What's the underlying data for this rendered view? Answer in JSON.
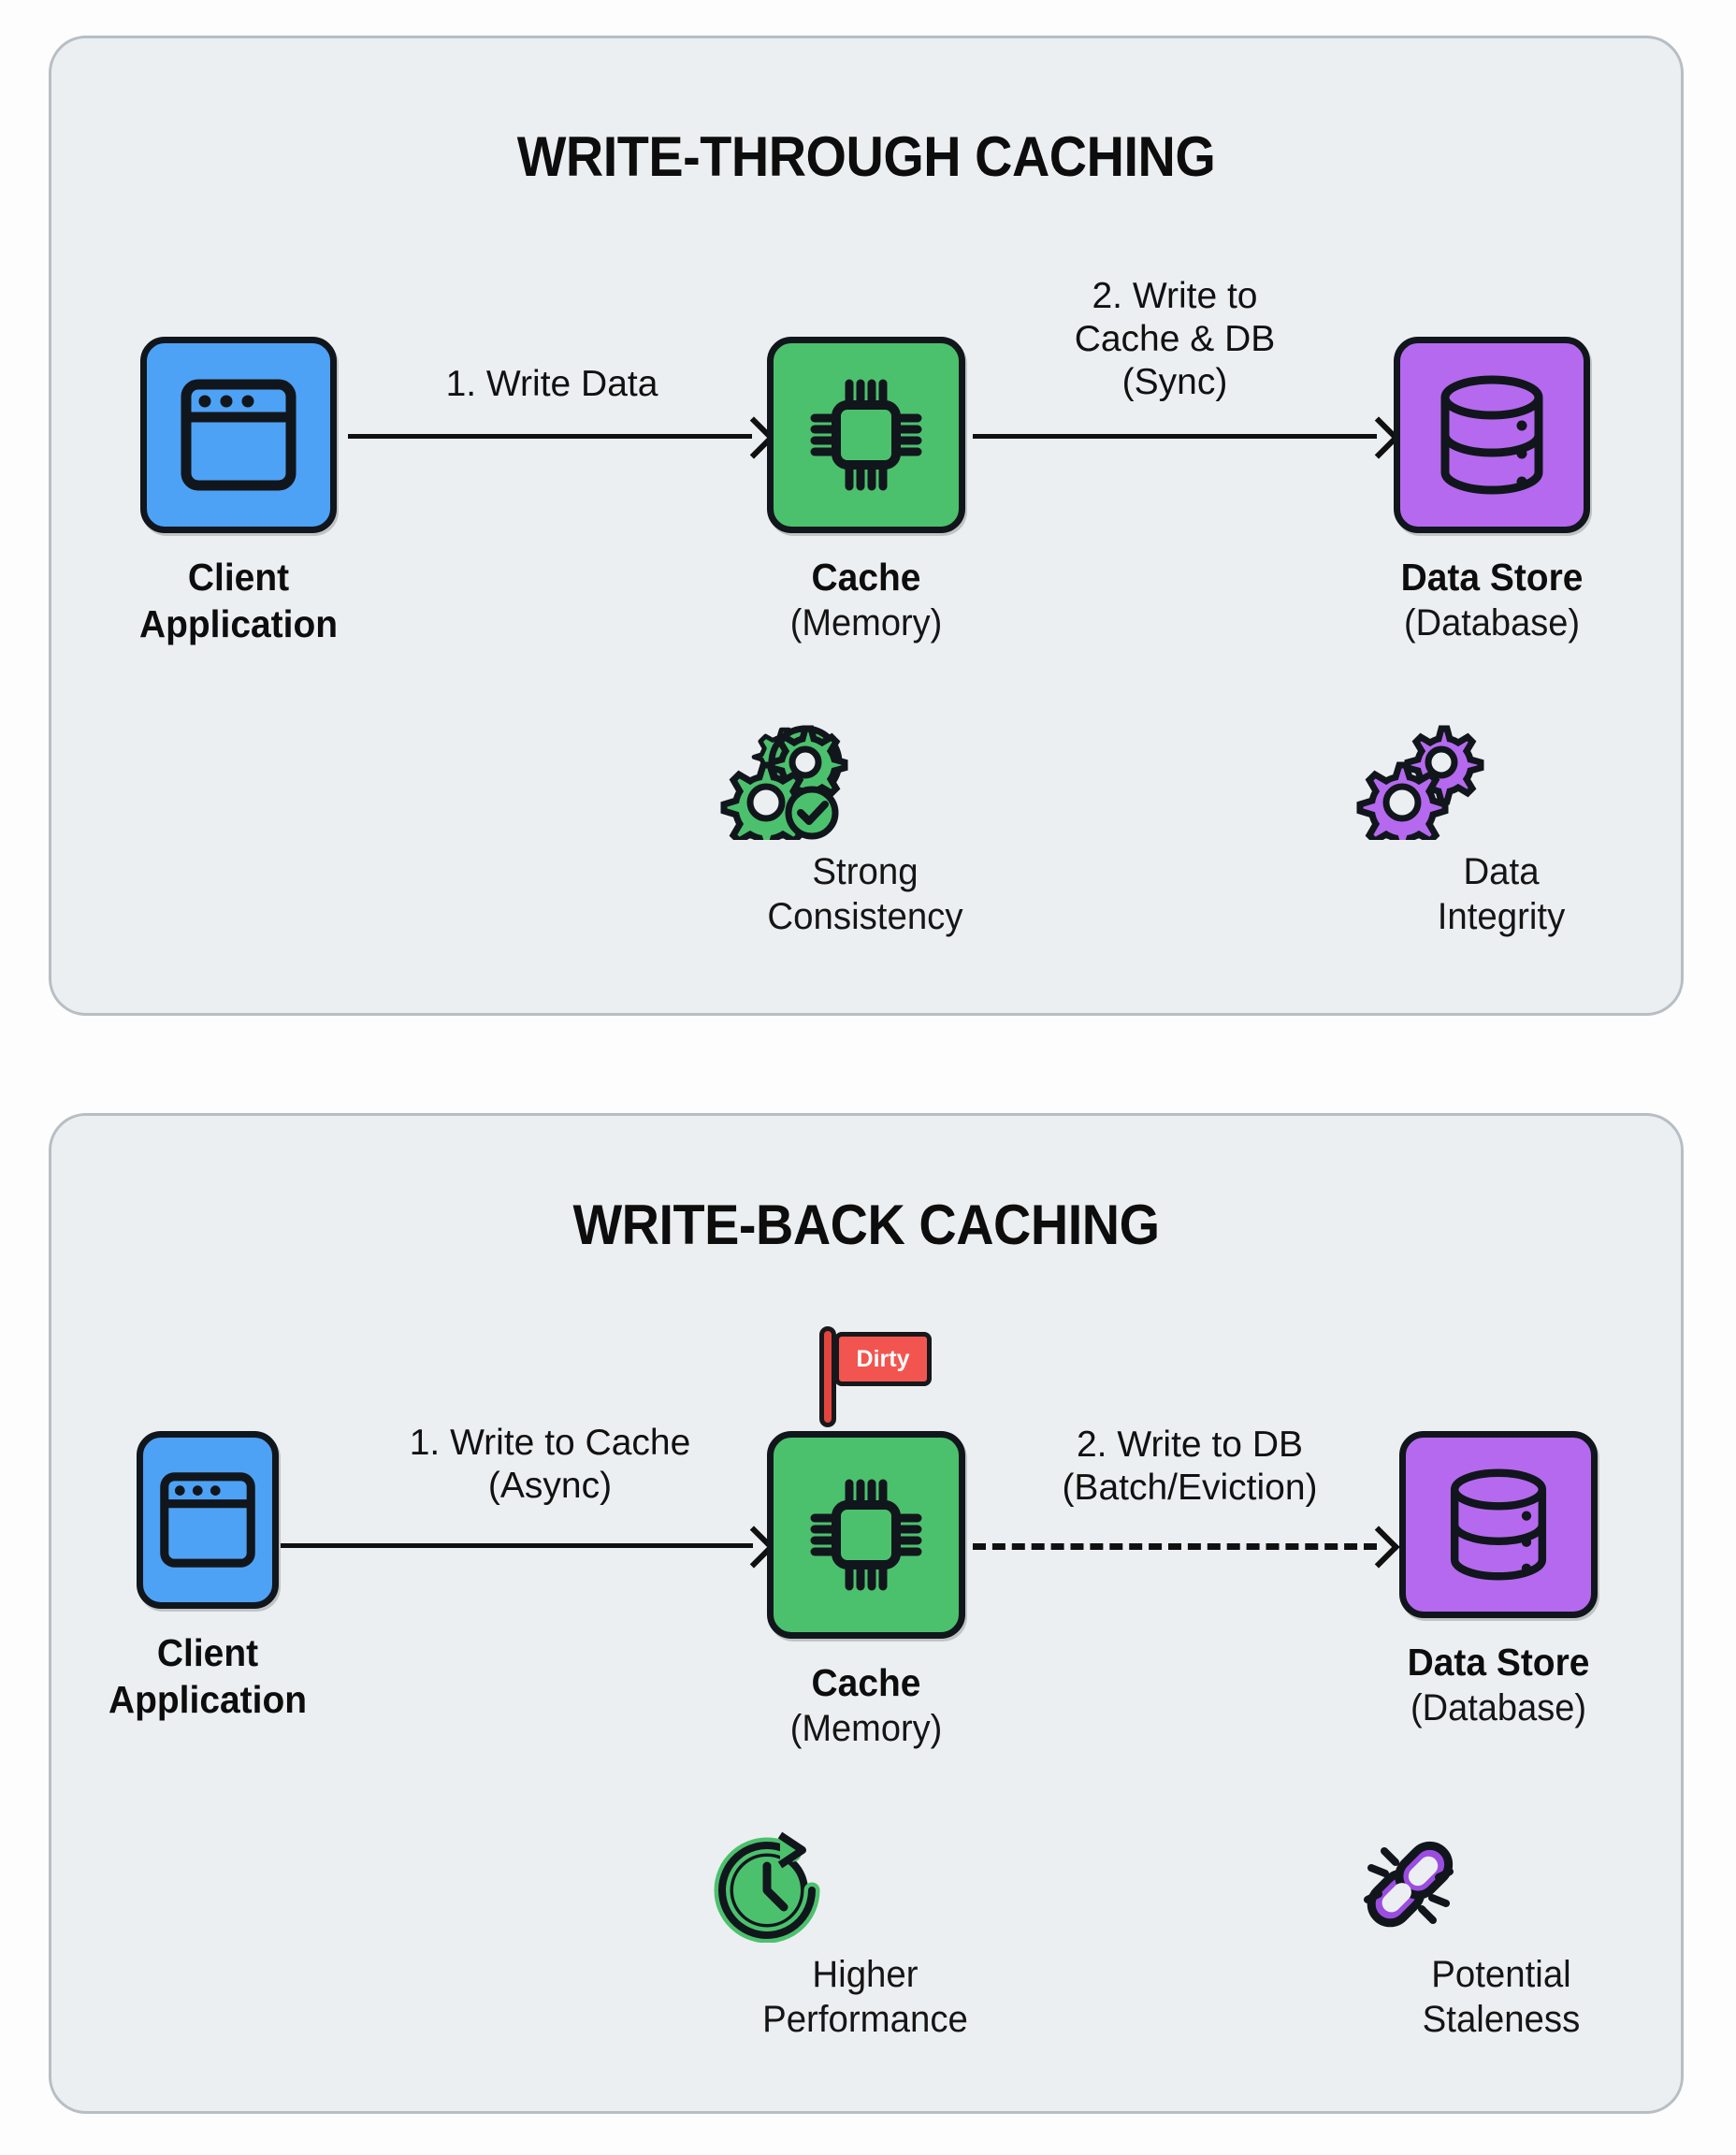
{
  "colors": {
    "panel_bg": "#eceff1",
    "panel_border": "#b7bec4",
    "client_blue": "#4da2f5",
    "cache_green": "#4cc16d",
    "datastore_purple": "#b569ef",
    "flag_red": "#f2554f",
    "stroke_dark": "#11161c"
  },
  "panels": [
    {
      "id": "write-through",
      "title": "WRITE-THROUGH CACHING",
      "nodes": [
        {
          "id": "client",
          "icon": "browser-window-icon",
          "label_main": "Client",
          "label_sub": "Application"
        },
        {
          "id": "cache",
          "icon": "cpu-chip-icon",
          "label_main": "Cache",
          "label_sub": "(Memory)"
        },
        {
          "id": "datastore",
          "icon": "database-icon",
          "label_main": "Data Store",
          "label_sub": "(Database)"
        }
      ],
      "arrows": [
        {
          "id": "client-to-cache",
          "label_lines": [
            "1. Write Data"
          ],
          "style": "solid"
        },
        {
          "id": "cache-to-db",
          "label_lines": [
            "2. Write to",
            "Cache & DB",
            "(Sync)"
          ],
          "style": "solid"
        }
      ],
      "features": [
        {
          "id": "strong-consistency",
          "icon": "gears-check-icon",
          "label_lines": [
            "Strong",
            "Consistency"
          ]
        },
        {
          "id": "data-integrity",
          "icon": "gears-icon",
          "label_lines": [
            "Data",
            "Integrity"
          ]
        }
      ]
    },
    {
      "id": "write-back",
      "title": "WRITE-BACK CACHING",
      "badge": {
        "id": "dirty-flag",
        "text": "Dirty"
      },
      "nodes": [
        {
          "id": "client",
          "icon": "browser-window-icon",
          "label_main": "Client",
          "label_sub": "Application"
        },
        {
          "id": "cache",
          "icon": "cpu-chip-icon",
          "label_main": "Cache",
          "label_sub": "(Memory)"
        },
        {
          "id": "datastore",
          "icon": "database-icon",
          "label_main": "Data Store",
          "label_sub": "(Database)"
        }
      ],
      "arrows": [
        {
          "id": "client-to-cache",
          "label_lines": [
            "1. Write to Cache",
            "(Async)"
          ],
          "style": "solid"
        },
        {
          "id": "cache-to-db",
          "label_lines": [
            "2. Write to DB",
            "(Batch/Eviction)"
          ],
          "style": "dashed"
        }
      ],
      "features": [
        {
          "id": "higher-performance",
          "icon": "clock-arrow-icon",
          "label_lines": [
            "Higher",
            "Performance"
          ]
        },
        {
          "id": "potential-staleness",
          "icon": "broken-chain-icon",
          "label_lines": [
            "Potential",
            "Staleness"
          ]
        }
      ]
    }
  ]
}
